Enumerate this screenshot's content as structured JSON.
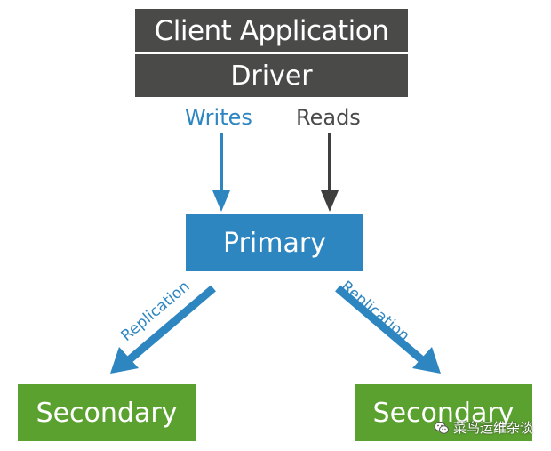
{
  "client": {
    "title": "Client Application"
  },
  "driver": {
    "title": "Driver"
  },
  "labels": {
    "writes": "Writes",
    "reads": "Reads",
    "replication_left": "Replication",
    "replication_right": "Replication"
  },
  "primary": {
    "title": "Primary"
  },
  "secondaries": [
    {
      "title": "Secondary"
    },
    {
      "title": "Secondary"
    }
  ],
  "watermark": {
    "text": "菜鸟运维杂谈",
    "icon": "wechat-icon"
  },
  "colors": {
    "client": "#4a4a48",
    "primary": "#2e86c1",
    "secondary": "#5aa12f",
    "writes_arrow": "#2e86c1",
    "reads_arrow": "#3f3f3d",
    "replication_arrow": "#2e86c1"
  }
}
